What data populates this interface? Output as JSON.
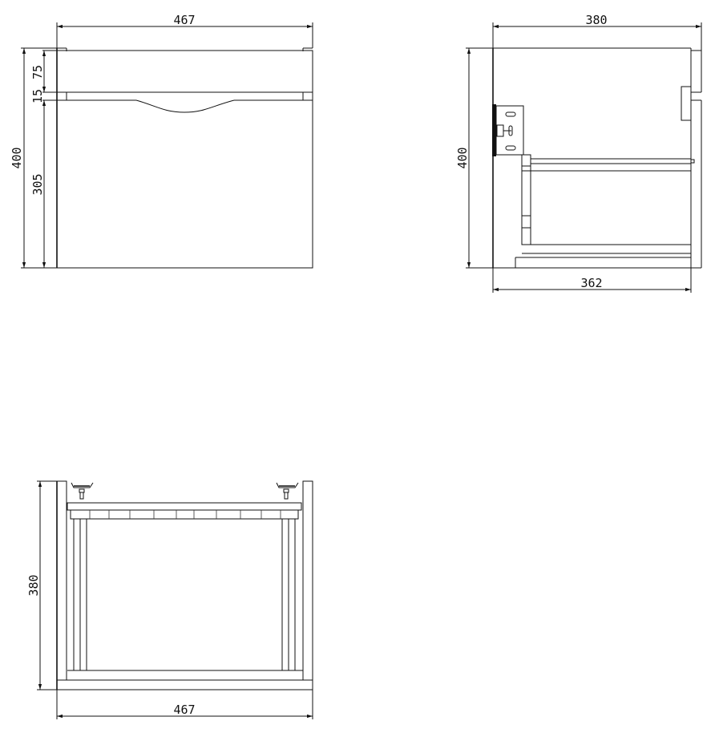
{
  "views": {
    "front": {
      "width_label": "467",
      "height_label": "400",
      "drawer_label": "75",
      "gap_label": "15",
      "door_label": "305"
    },
    "side": {
      "depth_label": "380",
      "height_label": "400",
      "inner_depth_label": "362"
    },
    "top": {
      "depth_label": "380",
      "width_label": "467"
    }
  },
  "colors": {
    "line": "#111111",
    "background": "#ffffff"
  }
}
